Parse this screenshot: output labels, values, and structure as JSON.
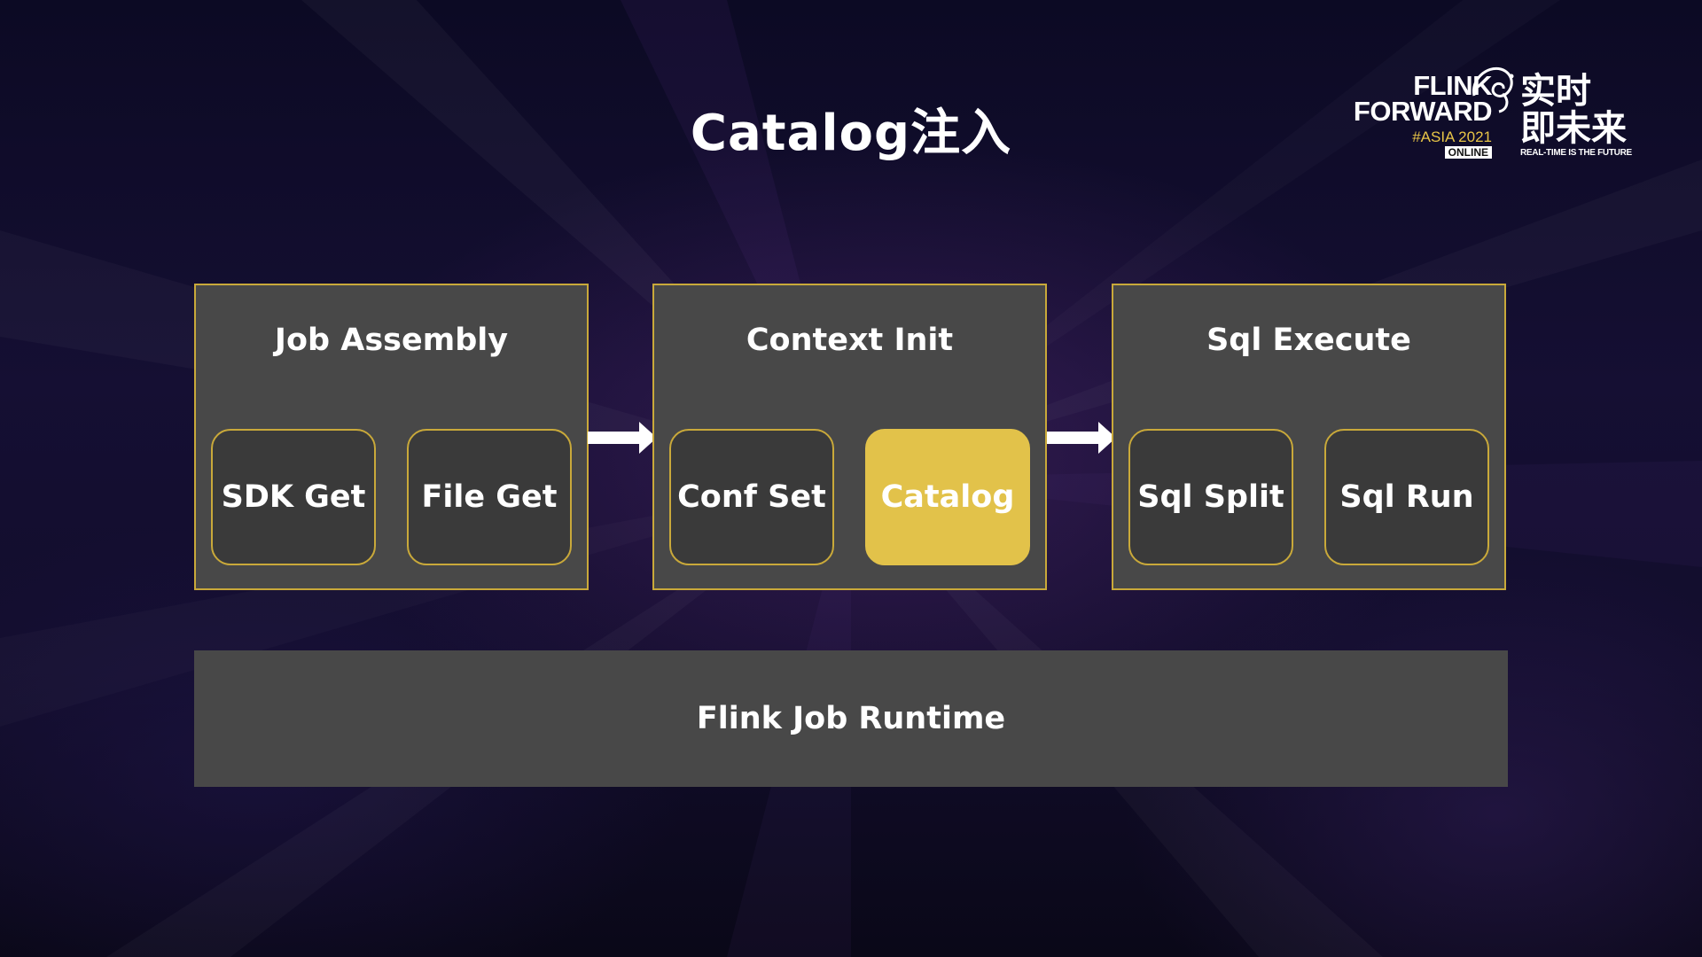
{
  "slide": {
    "title": "Catalog注入"
  },
  "logo": {
    "line1": "FLINK",
    "line2": "FORWARD",
    "event": "#ASIA 2021",
    "badge": "ONLINE",
    "cn_line1": "实时",
    "cn_line2": "即未来",
    "tagline": "REAL-TIME IS THE FUTURE"
  },
  "stages": [
    {
      "title": "Job Assembly",
      "steps": [
        "SDK Get",
        "File Get"
      ]
    },
    {
      "title": "Context Init",
      "steps": [
        "Conf Set",
        "Catalog"
      ]
    },
    {
      "title": "Sql Execute",
      "steps": [
        "Sql Split",
        "Sql Run"
      ]
    }
  ],
  "highlighted_step": "Catalog",
  "runtime": {
    "label": "Flink Job Runtime"
  },
  "colors": {
    "accent": "#e2c24a",
    "box_fill": "#484848",
    "border": "#c9a93a"
  }
}
